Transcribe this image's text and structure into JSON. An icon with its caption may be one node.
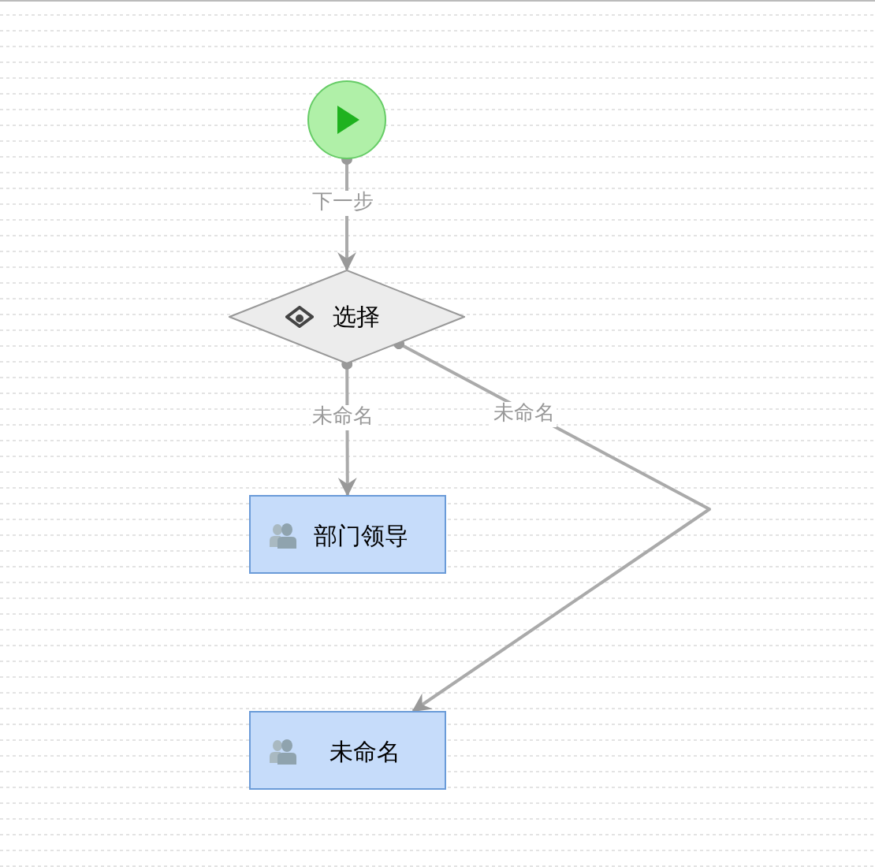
{
  "diagram": {
    "nodes": [
      {
        "text": [],
        "shape": "circle"
      },
      {
        "text": [
          "选择"
        ]
      },
      {
        "text": [
          "部门领导"
        ]
      },
      {
        "text": [
          "未命名"
        ]
      }
    ],
    "edges": [
      {
        "from": 0,
        "to": 1,
        "arrow": "to",
        "label": "下一步"
      },
      {
        "from": 1,
        "to": 2,
        "arrow": "to",
        "label": "未命名"
      },
      {
        "from": 1,
        "to": 3,
        "arrow": "to",
        "label": "未命名"
      }
    ]
  }
}
